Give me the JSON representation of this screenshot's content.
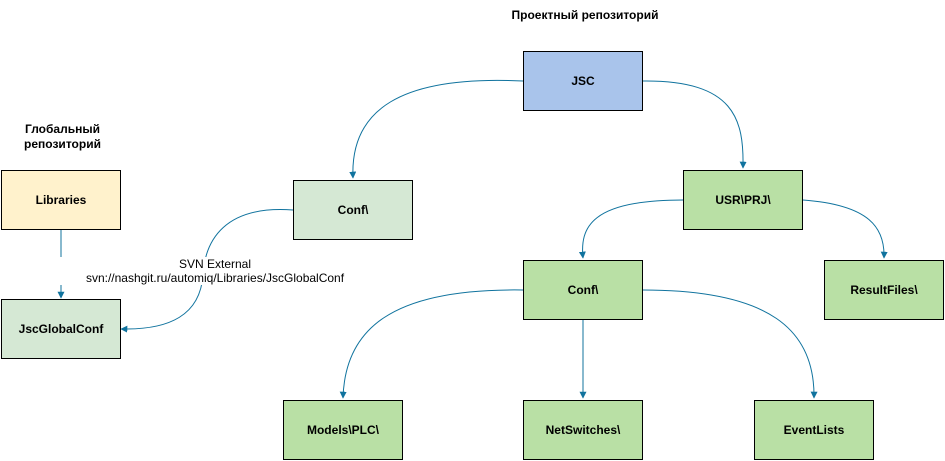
{
  "titles": {
    "project_repo": "Проектный репозиторий",
    "global_repo_line1": "Глобальный",
    "global_repo_line2": "репозиторий"
  },
  "nodes": {
    "jsc": "JSC",
    "conf_project": "Conf\\",
    "usr_prj": "USR\\PRJ\\",
    "libraries": "Libraries",
    "jsc_global_conf": "JscGlobalConf",
    "conf_usr": "Conf\\",
    "result_files": "ResultFiles\\",
    "models_plc": "Models\\PLC\\",
    "net_switches": "NetSwitches\\",
    "event_lists": "EventLists"
  },
  "edge_label": {
    "line1": "SVN External",
    "line2": "svn://nashgit.ru/automiq/Libraries/JscGlobalConf"
  },
  "colors": {
    "blue_fill": "#a9c4eb",
    "green_fill": "#b9e0a5",
    "light_green_fill": "#d5e8d4",
    "yellow_fill": "#fff2cc",
    "edge_stroke": "#10739e"
  }
}
